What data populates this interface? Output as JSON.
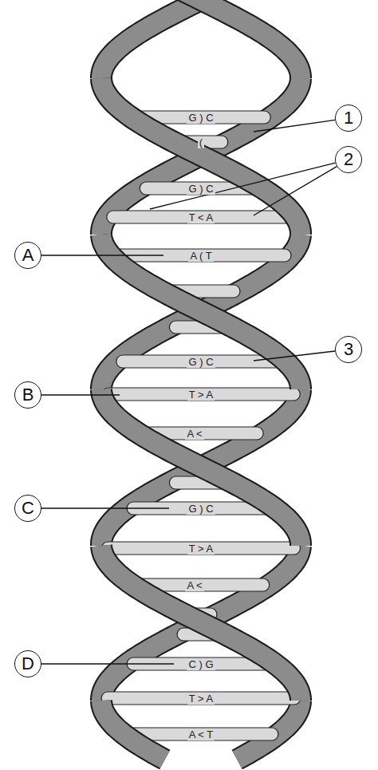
{
  "diagram": {
    "nodes": [
      {
        "text": [
          "1"
        ]
      },
      {
        "text": [
          "2"
        ]
      },
      {
        "text": [
          "A"
        ]
      },
      {
        "text": [
          "3"
        ]
      },
      {
        "text": [
          "B"
        ]
      },
      {
        "text": [
          "C"
        ]
      },
      {
        "text": [
          "D"
        ]
      }
    ],
    "labels": [
      "G ) C",
      "(",
      "G ) C",
      "T < A",
      "A ( T",
      "G ) C",
      "T > A",
      "A <",
      "G ) C",
      "T > A",
      "A <",
      "C ) G",
      "T > A",
      "A < T"
    ]
  }
}
